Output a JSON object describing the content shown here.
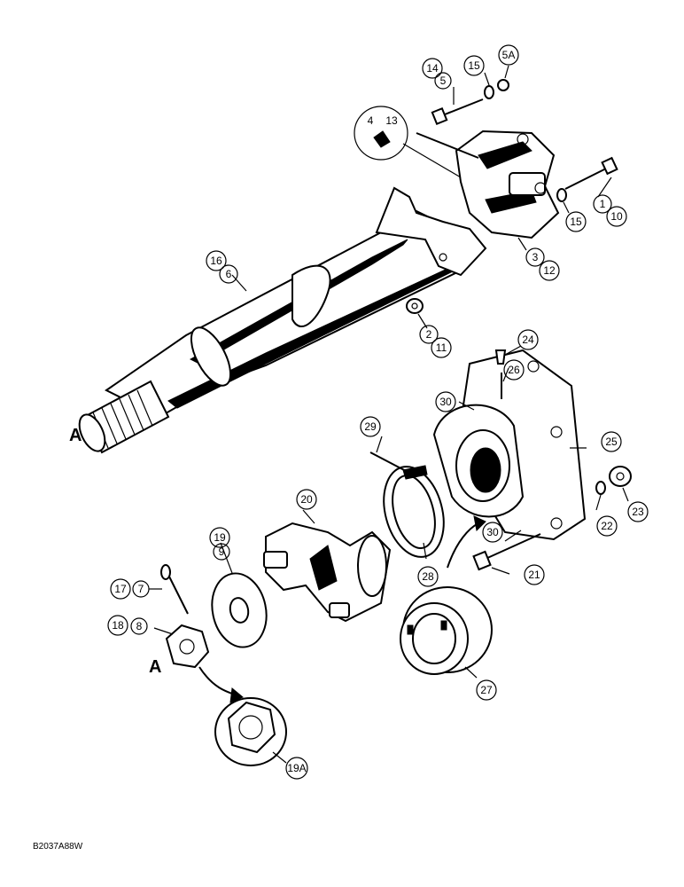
{
  "diagram": {
    "figure_code": "B2037A88W",
    "shaft_end_marker": "A",
    "nut_marker": "A",
    "callouts": [
      {
        "id": "c14",
        "text": "14"
      },
      {
        "id": "c5",
        "text": "5"
      },
      {
        "id": "c15a",
        "text": "15"
      },
      {
        "id": "c5A",
        "text": "5A"
      },
      {
        "id": "c4",
        "text": "4"
      },
      {
        "id": "c13",
        "text": "13"
      },
      {
        "id": "c1",
        "text": "1"
      },
      {
        "id": "c10",
        "text": "10"
      },
      {
        "id": "c15b",
        "text": "15"
      },
      {
        "id": "c3",
        "text": "3"
      },
      {
        "id": "c12",
        "text": "12"
      },
      {
        "id": "c16",
        "text": "16"
      },
      {
        "id": "c6",
        "text": "6"
      },
      {
        "id": "c2",
        "text": "2"
      },
      {
        "id": "c11",
        "text": "11"
      },
      {
        "id": "c24",
        "text": "24"
      },
      {
        "id": "c26",
        "text": "26"
      },
      {
        "id": "c30a",
        "text": "30"
      },
      {
        "id": "c25",
        "text": "25"
      },
      {
        "id": "c29",
        "text": "29"
      },
      {
        "id": "c20",
        "text": "20"
      },
      {
        "id": "c30b",
        "text": "30"
      },
      {
        "id": "c22",
        "text": "22"
      },
      {
        "id": "c23",
        "text": "23"
      },
      {
        "id": "c19",
        "text": "19"
      },
      {
        "id": "c9",
        "text": "9"
      },
      {
        "id": "c28",
        "text": "28"
      },
      {
        "id": "c21",
        "text": "21"
      },
      {
        "id": "c17",
        "text": "17"
      },
      {
        "id": "c7",
        "text": "7"
      },
      {
        "id": "c18",
        "text": "18"
      },
      {
        "id": "c8",
        "text": "8"
      },
      {
        "id": "c27",
        "text": "27"
      },
      {
        "id": "c19A",
        "text": "19A"
      }
    ]
  }
}
